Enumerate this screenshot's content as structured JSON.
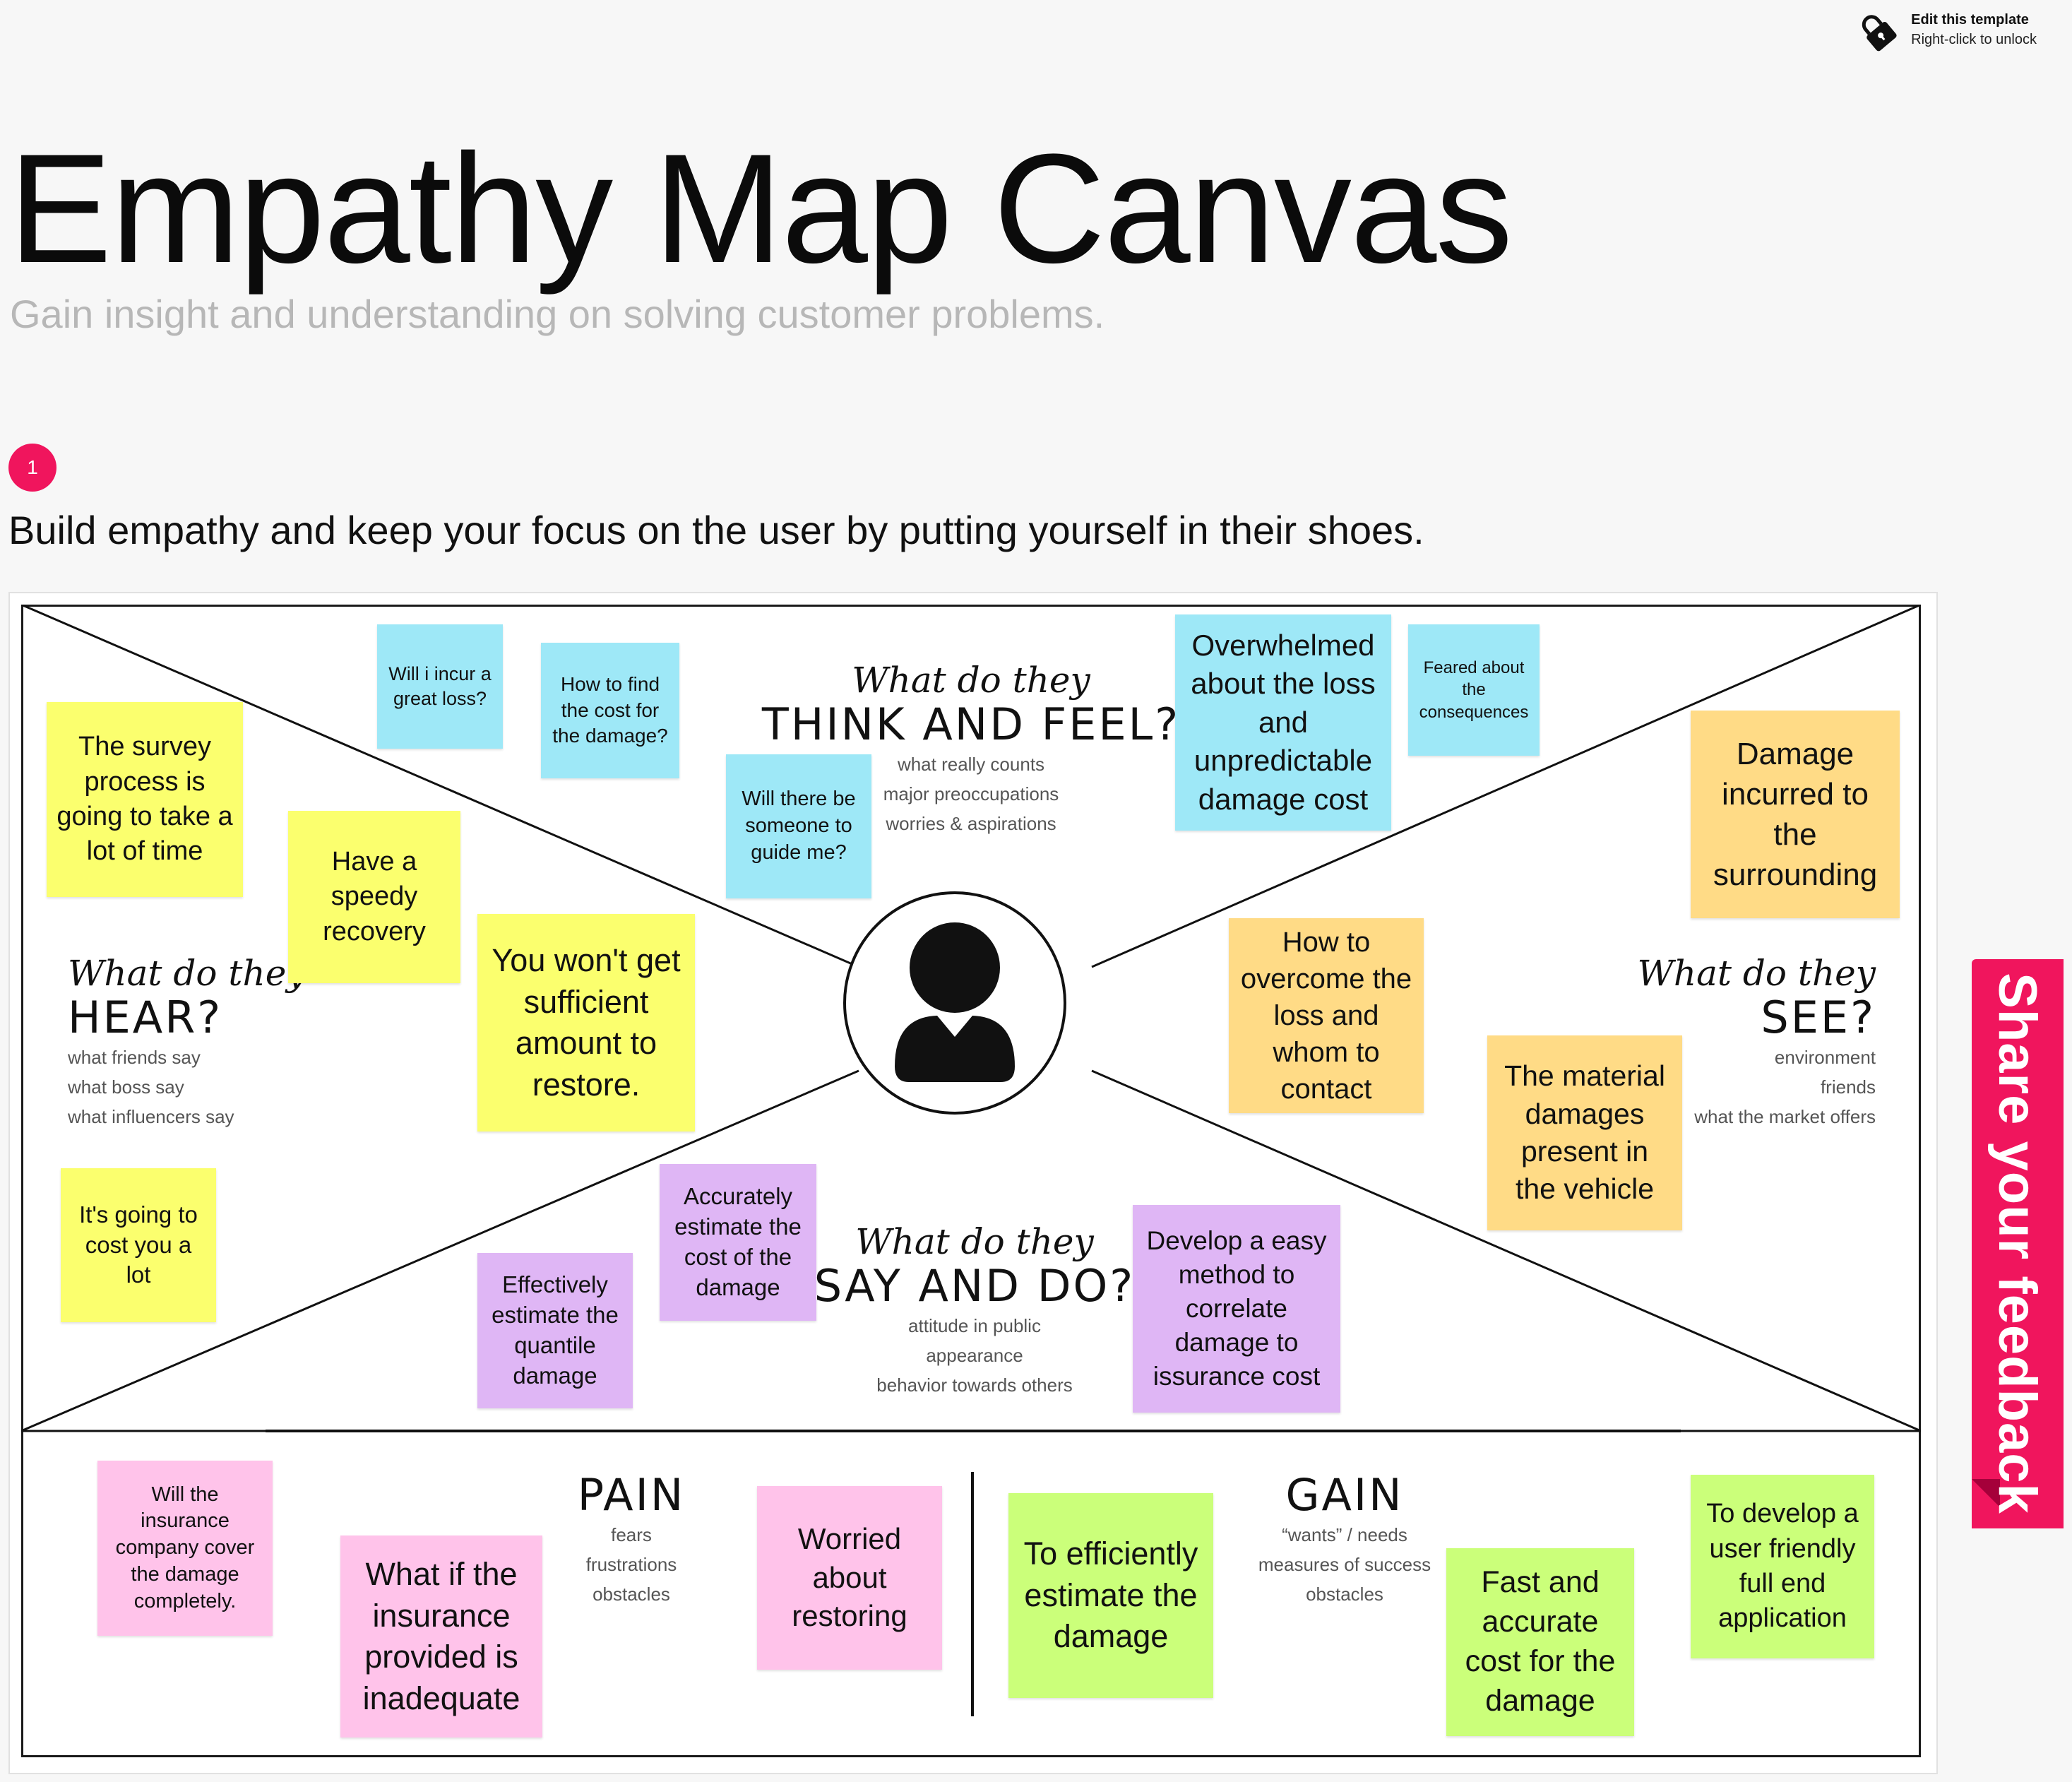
{
  "edit_hint": {
    "title": "Edit this template",
    "subtitle": "Right-click to unlock",
    "icon": "lock-icon"
  },
  "header": {
    "title": "Empathy Map Canvas",
    "subtitle": "Gain insight and understanding on solving customer problems."
  },
  "step": {
    "number": "1",
    "text": "Build empathy and keep your focus on the user by putting yourself in their shoes."
  },
  "sections": {
    "think_feel": {
      "script": "What do they",
      "heading": "THINK AND FEEL?",
      "hints": [
        "what really counts",
        "major preoccupations",
        "worries & aspirations"
      ]
    },
    "hear": {
      "script": "What do they",
      "heading": "HEAR?",
      "hints": [
        "what friends say",
        "what boss say",
        "what influencers say"
      ]
    },
    "see": {
      "script": "What do they",
      "heading": "SEE?",
      "hints": [
        "environment",
        "friends",
        "what the market offers"
      ]
    },
    "say_do": {
      "script": "What do they",
      "heading": "SAY AND DO?",
      "hints": [
        "attitude in public",
        "appearance",
        "behavior towards others"
      ]
    },
    "pain": {
      "heading": "PAIN",
      "hints": [
        "fears",
        "frustrations",
        "obstacles"
      ]
    },
    "gain": {
      "heading": "GAIN",
      "hints": [
        "“wants” / needs",
        "measures of success",
        "obstacles"
      ]
    }
  },
  "notes": {
    "think1": "Will i incur a great loss?",
    "think2": "How to find the cost for the damage?",
    "think3": "Will there be someone to guide me?",
    "think4": "Overwhelmed about the loss and unpredictable damage cost",
    "think5": "Feared about the consequences",
    "hear1": "The survey process is going to take a lot of time",
    "hear2": "Have a speedy recovery",
    "hear3": "You won't get sufficient amount to restore.",
    "hear4": "It's going to cost you a lot",
    "see1": "Damage incurred to the surrounding",
    "see2": "How to overcome the loss and whom to contact",
    "see3": "The material damages present in the vehicle",
    "say1": "Accurately estimate the cost of the damage",
    "say2": "Effectively estimate the quantile damage",
    "say3": "Develop a easy method to correlate damage to issurance cost",
    "pain1": "Will the insurance company cover the damage completely.",
    "pain2": "What if the insurance provided is inadequate",
    "pain3": "Worried about restoring",
    "gain1": "To efficiently estimate the damage",
    "gain2": "Fast and accurate cost for the damage",
    "gain3": "To develop a user friendly full end application"
  },
  "avatar": {
    "icon": "user-icon"
  },
  "feedback": {
    "label": "Share your feedback"
  },
  "colors": {
    "accent": "#f0155d",
    "yellow": "#fbff6e",
    "blue": "#9ee8f7",
    "orange": "#ffdb86",
    "purple": "#dfb6f5",
    "pink": "#ffc3ea",
    "green": "#cbff7a"
  }
}
